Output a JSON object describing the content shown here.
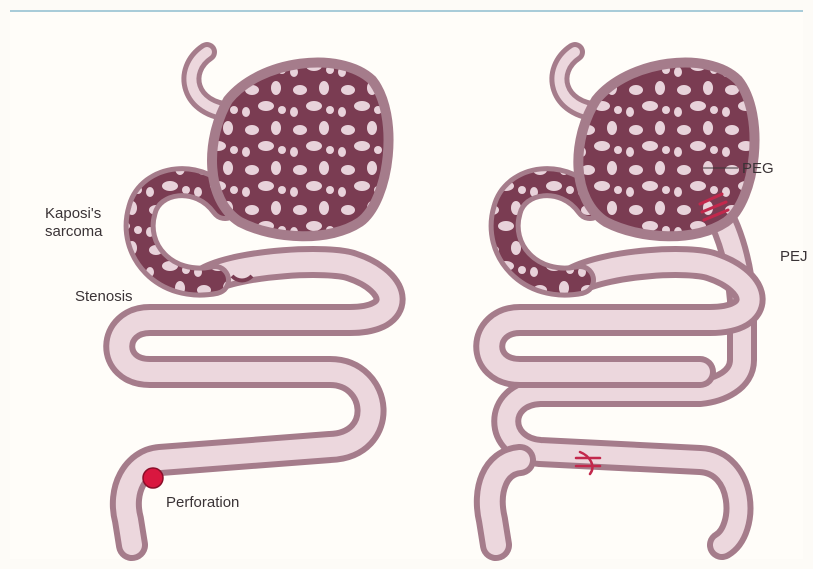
{
  "figure": {
    "left_panel": {
      "labels": {
        "kaposi_line1": "Kaposi's",
        "kaposi_line2": "sarcoma",
        "stenosis": "Stenosis",
        "perforation": "Perforation"
      }
    },
    "right_panel": {
      "labels": {
        "peg": "PEG",
        "pej": "PEJ"
      }
    }
  },
  "colors": {
    "intestine_outer": "#a57c8b",
    "intestine_inner": "#ecd7dd",
    "stomach_dark": "#7a3c52",
    "stomach_light": "#e8d2da",
    "perforation": "#d9173f",
    "tube_marks": "#c2284c"
  }
}
